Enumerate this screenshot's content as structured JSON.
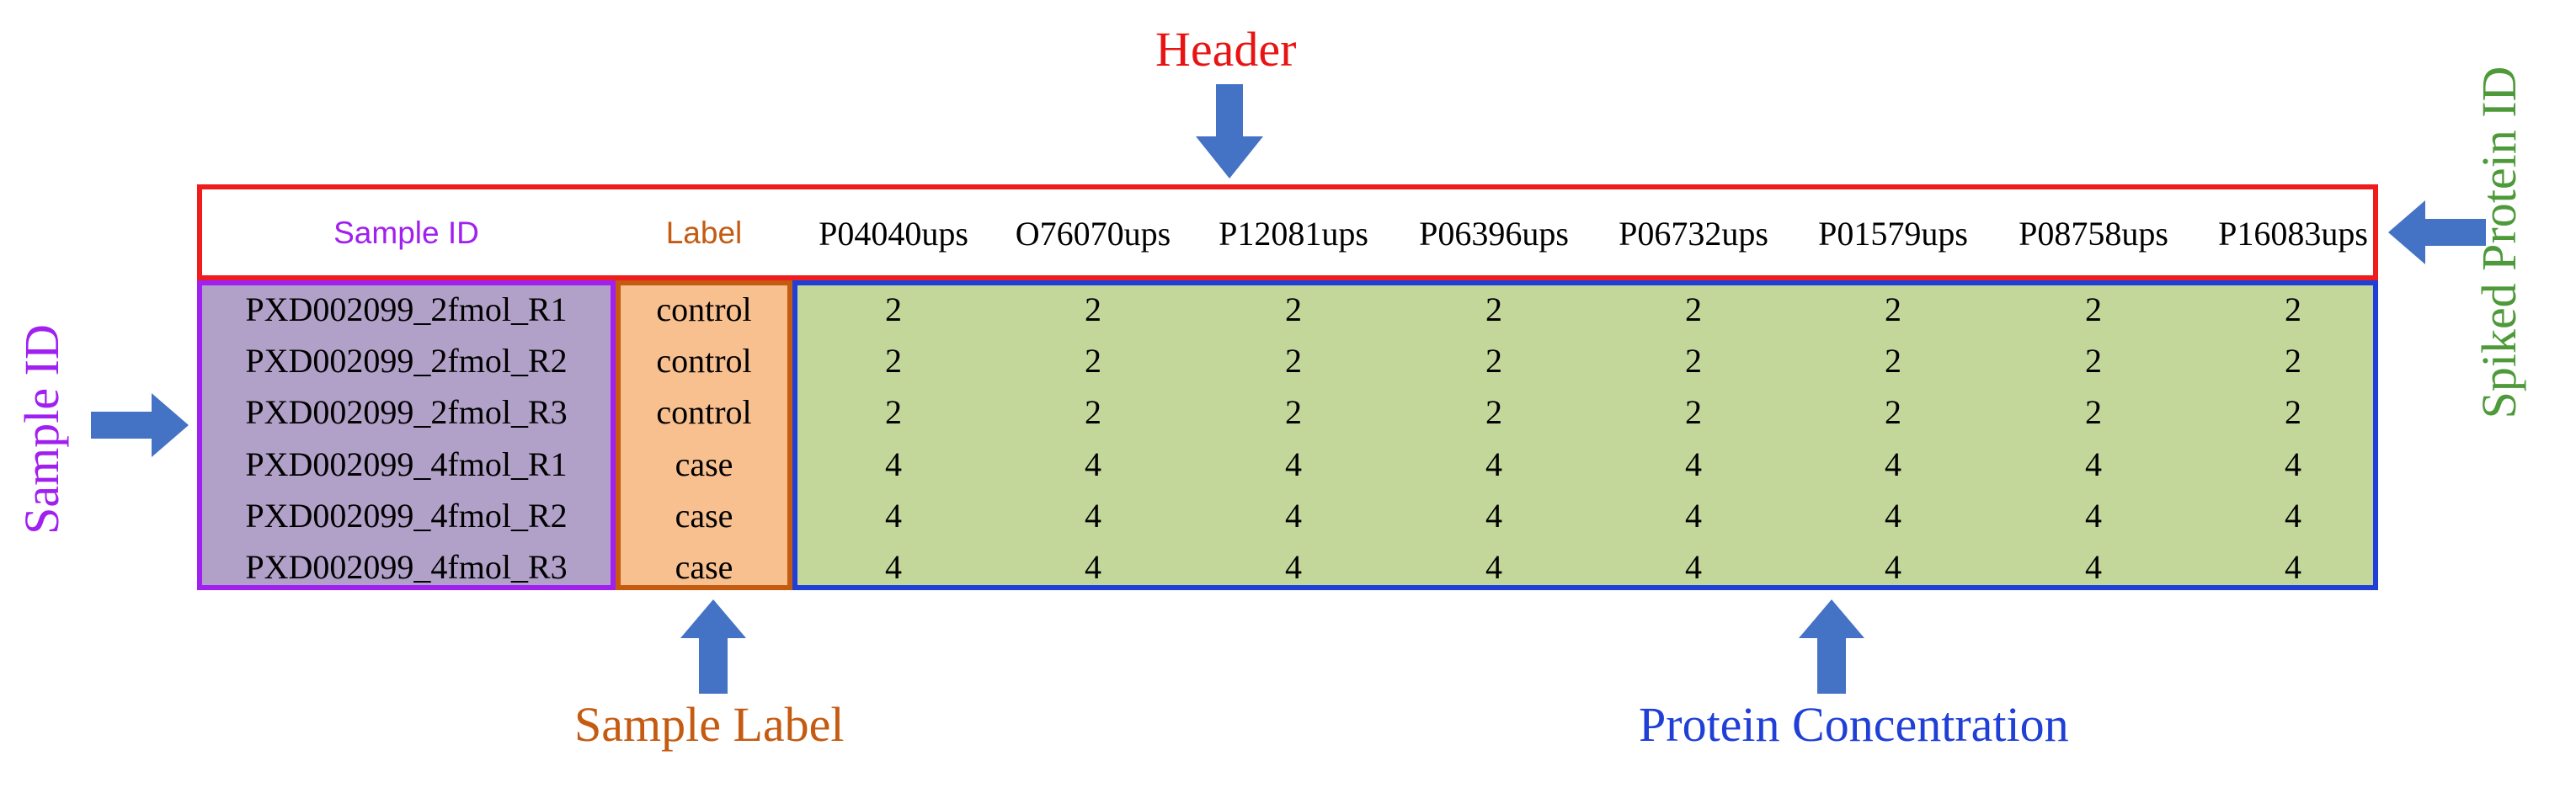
{
  "callouts": {
    "header": "Header",
    "sample_id": "Sample ID",
    "sample_label": "Sample Label",
    "protein_concentration": "Protein Concentration",
    "spiked_protein_id": "Spiked Protein ID"
  },
  "colors": {
    "header_border": "#ee1c1c",
    "sample_id_color": "#a020f0",
    "sample_fill": "#b1a0c7",
    "label_color": "#c55a11",
    "label_fill": "#f8bf8f",
    "concentration_border": "#1f3fd6",
    "concentration_fill": "#c4d79b",
    "spiked_color": "#4e9a3a",
    "arrow_fill": "#4472c4"
  },
  "table": {
    "header": {
      "sample_id": "Sample ID",
      "label": "Label",
      "proteins": [
        "P04040ups",
        "O76070ups",
        "P12081ups",
        "P06396ups",
        "P06732ups",
        "P01579ups",
        "P08758ups",
        "P16083ups"
      ]
    },
    "rows": [
      {
        "sample": "PXD002099_2fmol_R1",
        "label": "control",
        "values": [
          "2",
          "2",
          "2",
          "2",
          "2",
          "2",
          "2",
          "2"
        ]
      },
      {
        "sample": "PXD002099_2fmol_R2",
        "label": "control",
        "values": [
          "2",
          "2",
          "2",
          "2",
          "2",
          "2",
          "2",
          "2"
        ]
      },
      {
        "sample": "PXD002099_2fmol_R3",
        "label": "control",
        "values": [
          "2",
          "2",
          "2",
          "2",
          "2",
          "2",
          "2",
          "2"
        ]
      },
      {
        "sample": "PXD002099_4fmol_R1",
        "label": "case",
        "values": [
          "4",
          "4",
          "4",
          "4",
          "4",
          "4",
          "4",
          "4"
        ]
      },
      {
        "sample": "PXD002099_4fmol_R2",
        "label": "case",
        "values": [
          "4",
          "4",
          "4",
          "4",
          "4",
          "4",
          "4",
          "4"
        ]
      },
      {
        "sample": "PXD002099_4fmol_R3",
        "label": "case",
        "values": [
          "4",
          "4",
          "4",
          "4",
          "4",
          "4",
          "4",
          "4"
        ]
      }
    ]
  },
  "arrows": [
    {
      "name": "header-arrow",
      "direction": "down"
    },
    {
      "name": "sample-id-arrow",
      "direction": "right"
    },
    {
      "name": "sample-label-arrow",
      "direction": "up"
    },
    {
      "name": "protein-concentration-arrow",
      "direction": "up"
    },
    {
      "name": "spiked-protein-arrow",
      "direction": "left"
    }
  ]
}
